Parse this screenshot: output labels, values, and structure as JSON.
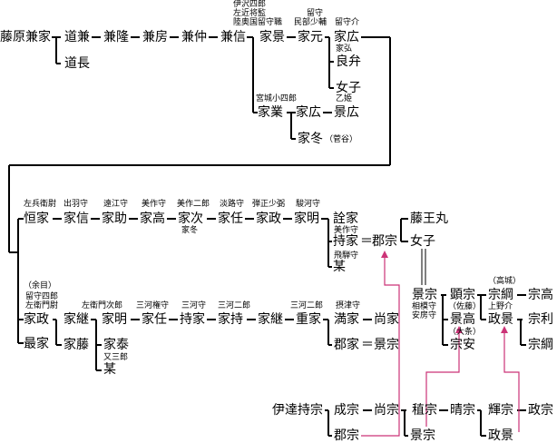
{
  "colors": {
    "line": "#000000",
    "adoption_line": "#cc3377",
    "background": "#ffffff"
  },
  "symbols": {
    "equals": "＝"
  },
  "people": {
    "fujiwara_kaneie": "藤原兼家",
    "michikane": "道兼",
    "kanetaka": "兼隆",
    "kanefusa": "兼房",
    "kanenaka": "兼仲",
    "kanenobu": "兼信",
    "iekage": "家景",
    "iemoto": "家元",
    "iehiro1": "家広",
    "ryoben": "良弁",
    "jyoshi1": "女子",
    "ienari": "家業",
    "iehiro2": "家広",
    "kagehiro": "景広",
    "ietou": "家冬",
    "michinaga": "道長",
    "tsunaie": "恒家",
    "ienobu": "家信",
    "iesuke": "家助",
    "ietaka": "家高",
    "ietsugu": "家次",
    "ietou_b": "家任",
    "iemasa": "家政",
    "ieaki": "家明",
    "norie": "詮家",
    "mochiie": "持家",
    "nanigashi1": "某",
    "gunmune1": "郡宗",
    "fujiomaru": "藤王丸",
    "jyoshi2": "女子",
    "iemasa2": "家政",
    "iemochi2": "家継",
    "ieaki2": "家明",
    "ietou2": "家任",
    "mochiie2": "持家",
    "iemochi_b": "家持",
    "iemochi3": "家継",
    "shigeie": "重家",
    "mitsuie": "満家",
    "hisaie": "尚家",
    "gunie": "郡家",
    "kagemune": "景宗",
    "saiie": "最家",
    "iefuji": "家藤",
    "ieyasu": "家泰",
    "nanigashi2": "某",
    "kagemune2": "景宗",
    "akimune": "顕宗",
    "kagetaka": "景高",
    "muneyasu": "宗安",
    "munetsuna": "宗綱",
    "munetaka": "宗高",
    "masakage": "政景",
    "munetoshi": "宗利",
    "munetsuna2": "宗綱",
    "date_mochimune": "伊達持宗",
    "narimune": "成宗",
    "hisamune": "尚宗",
    "tanemune": "稙宗",
    "harumune": "晴宗",
    "terumune": "輝宗",
    "masamune": "政宗",
    "gunmune2": "郡宗",
    "kagemune3": "景宗",
    "masakage2": "政景"
  },
  "titles": {
    "izawa_shiro": "伊沢四郎",
    "sakon_shogen": "左近将監",
    "mutsu_rusushiki": "陸奥国留守職",
    "rusu": "留守",
    "minbu_shoyu": "民部少輔",
    "rusu_suke": "留守介",
    "iehiro_label": "家弘",
    "miyagi_koshiro": "宮城小四郎",
    "otohime": "乙姫",
    "sugaya": "（菅谷）",
    "sahyoe_jo": "左兵衛尉",
    "dewa_no_kami": "出羽守",
    "totomi_no_kami": "遠江守",
    "mimasaka_no_kami": "美作守",
    "mimasaka_jiro": "美作二郎",
    "awaji_no_kami": "淡路守",
    "danjo_shohitsu": "弾正少弼",
    "suruga_no_kami": "駿河守",
    "ietou_label": "家冬",
    "mimasaka_no_kami2": "美作守",
    "hida_no_kami": "飛騨守",
    "yome": "（余目）",
    "rusu_shiro": "留守四郎",
    "saemon_jo": "左衛門尉",
    "saemon_jiro": "左衛門次郎",
    "mikawa_gon": "三河権守",
    "mikawa_no_kami": "三河守",
    "mikawa_jiro": "三河二郎",
    "mikawa_jiro2": "三河二郎",
    "settsu_no_kami": "摂津守",
    "mata_saburo": "又三郎",
    "sagami_no_kami": "相模守",
    "awa_no_kami": "安房守",
    "sato": "（佐藤）",
    "ojo": "（大条）",
    "takagi": "（高城）",
    "kozuke_suke": "上野介"
  }
}
